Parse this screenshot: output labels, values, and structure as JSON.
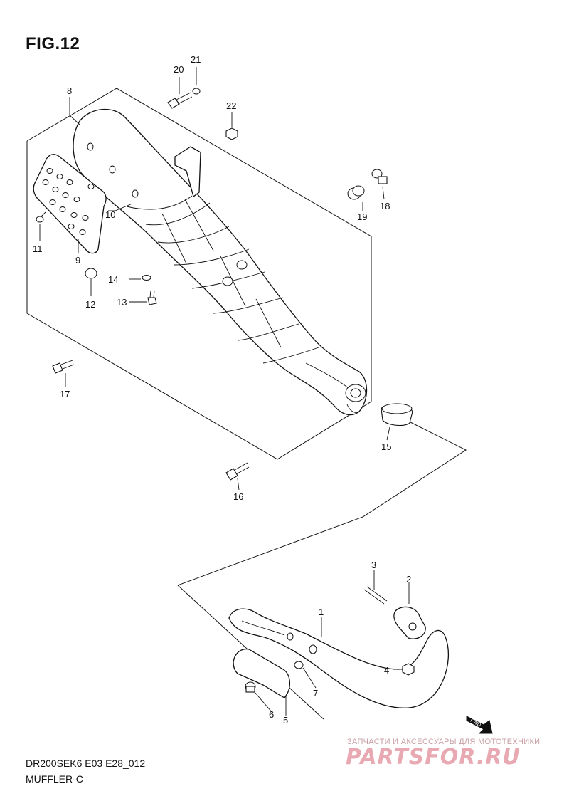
{
  "figure": {
    "title": "FIG.12",
    "code": "DR200SEK6 E03 E28_012",
    "name": "MUFFLER-C"
  },
  "callouts": [
    "1",
    "2",
    "3",
    "4",
    "5",
    "6",
    "7",
    "8",
    "9",
    "10",
    "11",
    "12",
    "13",
    "14",
    "15",
    "16",
    "17",
    "18",
    "19",
    "20",
    "21",
    "22"
  ],
  "fwd_label": "FWD",
  "watermark": {
    "tagline": "ЗАПЧАСТИ И АКСЕССУАРЫ ДЛЯ МОТОТЕХНИКИ",
    "logo": "PARTSFOR.RU"
  }
}
